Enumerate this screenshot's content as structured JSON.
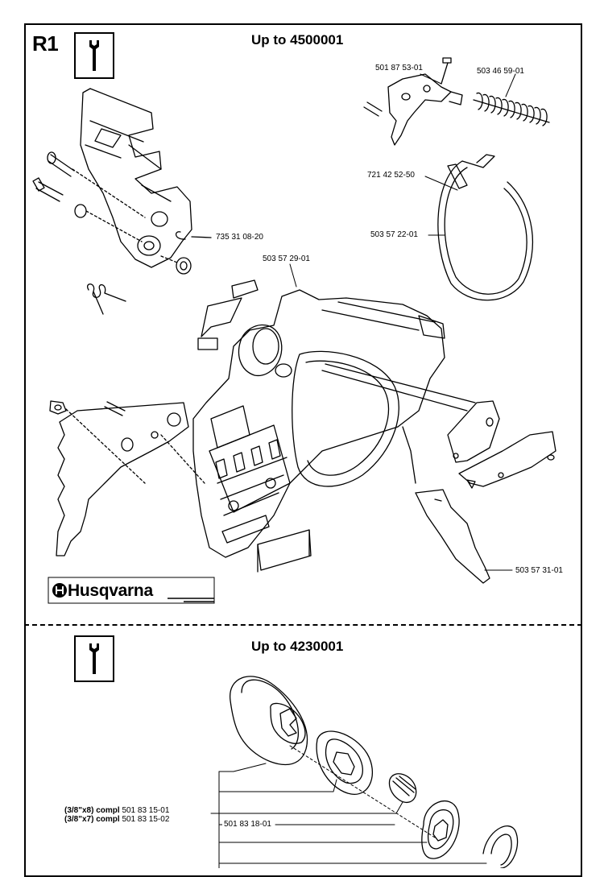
{
  "page": {
    "section_code": "R1",
    "brand": "Husqvarna"
  },
  "section_top": {
    "heading": "Up to 4500001",
    "parts": {
      "p1": "501 87 53-01",
      "p2": "503 46 59-01",
      "p3": "721 42 52-50",
      "p4": "503 57 22-01",
      "p5": "735 31 08-20",
      "p6": "503 57 29-01",
      "p7": "503 57 31-01"
    }
  },
  "section_bottom": {
    "heading": "Up to 4230001",
    "compl_1": {
      "spec": "(3/8\"x8) compl",
      "part": "501 83 15-01"
    },
    "compl_2": {
      "spec": "(3/8\"x7) compl",
      "part": "501 83 15-02"
    },
    "needle_bearing": "501 83 18-01"
  }
}
